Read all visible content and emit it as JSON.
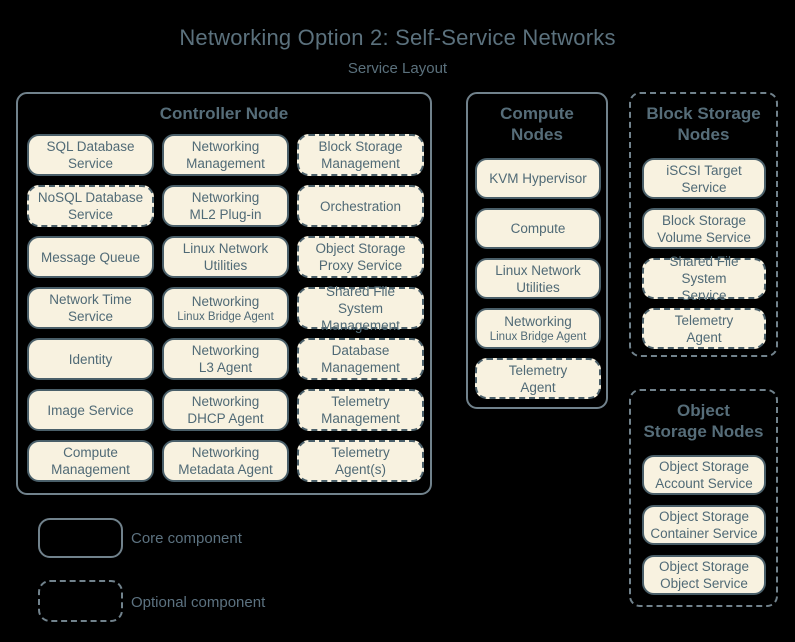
{
  "title": "Networking Option 2: Self-Service Networks",
  "subtitle": "Service Layout",
  "colors": {
    "background": "#000000",
    "box_fill": "#f8f2e0",
    "box_border": "#4a5f69",
    "container_border": "#71828c",
    "text": "#506a76",
    "heading": "#566d79"
  },
  "legend": {
    "core": "Core component",
    "optional": "Optional component"
  },
  "controller": {
    "label": "Controller Node",
    "services": [
      {
        "line1": "SQL Database",
        "line2": "Service",
        "type": "core"
      },
      {
        "line1": "Networking",
        "line2": "Management",
        "type": "core"
      },
      {
        "line1": "Block Storage",
        "line2": "Management",
        "type": "optional"
      },
      {
        "line1": "NoSQL Database",
        "line2": "Service",
        "type": "optional"
      },
      {
        "line1": "Networking",
        "line2": "ML2 Plug-in",
        "type": "core"
      },
      {
        "line1": "Orchestration",
        "line2": "",
        "type": "optional"
      },
      {
        "line1": "Message Queue",
        "line2": "",
        "type": "core"
      },
      {
        "line1": "Linux Network",
        "line2": "Utilities",
        "type": "core"
      },
      {
        "line1": "Object Storage",
        "line2": "Proxy Service",
        "type": "optional"
      },
      {
        "line1": "Network Time",
        "line2": "Service",
        "type": "core"
      },
      {
        "line1": "Networking",
        "line2": "Linux Bridge Agent",
        "type": "core"
      },
      {
        "line1": "Shared File System",
        "line2": "Management",
        "type": "optional"
      },
      {
        "line1": "Identity",
        "line2": "",
        "type": "core"
      },
      {
        "line1": "Networking",
        "line2": "L3 Agent",
        "type": "core"
      },
      {
        "line1": "Database",
        "line2": "Management",
        "type": "optional"
      },
      {
        "line1": "Image Service",
        "line2": "",
        "type": "core"
      },
      {
        "line1": "Networking",
        "line2": "DHCP Agent",
        "type": "core"
      },
      {
        "line1": "Telemetry",
        "line2": "Management",
        "type": "optional"
      },
      {
        "line1": "Compute",
        "line2": "Management",
        "type": "core"
      },
      {
        "line1": "Networking",
        "line2": "Metadata Agent",
        "type": "core"
      },
      {
        "line1": "Telemetry",
        "line2": "Agent(s)",
        "type": "optional"
      }
    ]
  },
  "compute": {
    "label_line1": "Compute",
    "label_line2": "Nodes",
    "services": [
      {
        "line1": "KVM Hypervisor",
        "line2": "",
        "type": "core"
      },
      {
        "line1": "Compute",
        "line2": "",
        "type": "core"
      },
      {
        "line1": "Linux Network",
        "line2": "Utilities",
        "type": "core"
      },
      {
        "line1": "Networking",
        "line2": "Linux Bridge Agent",
        "type": "core"
      },
      {
        "line1": "Telemetry",
        "line2": "Agent",
        "type": "optional"
      }
    ]
  },
  "block_storage": {
    "label_line1": "Block Storage",
    "label_line2": "Nodes",
    "services": [
      {
        "line1": "iSCSI Target",
        "line2": "Service",
        "type": "core"
      },
      {
        "line1": "Block Storage",
        "line2": "Volume Service",
        "type": "core"
      },
      {
        "line1": "Shared File System",
        "line2": "Service",
        "type": "optional"
      },
      {
        "line1": "Telemetry",
        "line2": "Agent",
        "type": "optional"
      }
    ]
  },
  "object_storage": {
    "label_line1": "Object",
    "label_line2": "Storage Nodes",
    "services": [
      {
        "line1": "Object Storage",
        "line2": "Account Service",
        "type": "core"
      },
      {
        "line1": "Object Storage",
        "line2": "Container Service",
        "type": "core"
      },
      {
        "line1": "Object Storage",
        "line2": "Object Service",
        "type": "core"
      }
    ]
  }
}
